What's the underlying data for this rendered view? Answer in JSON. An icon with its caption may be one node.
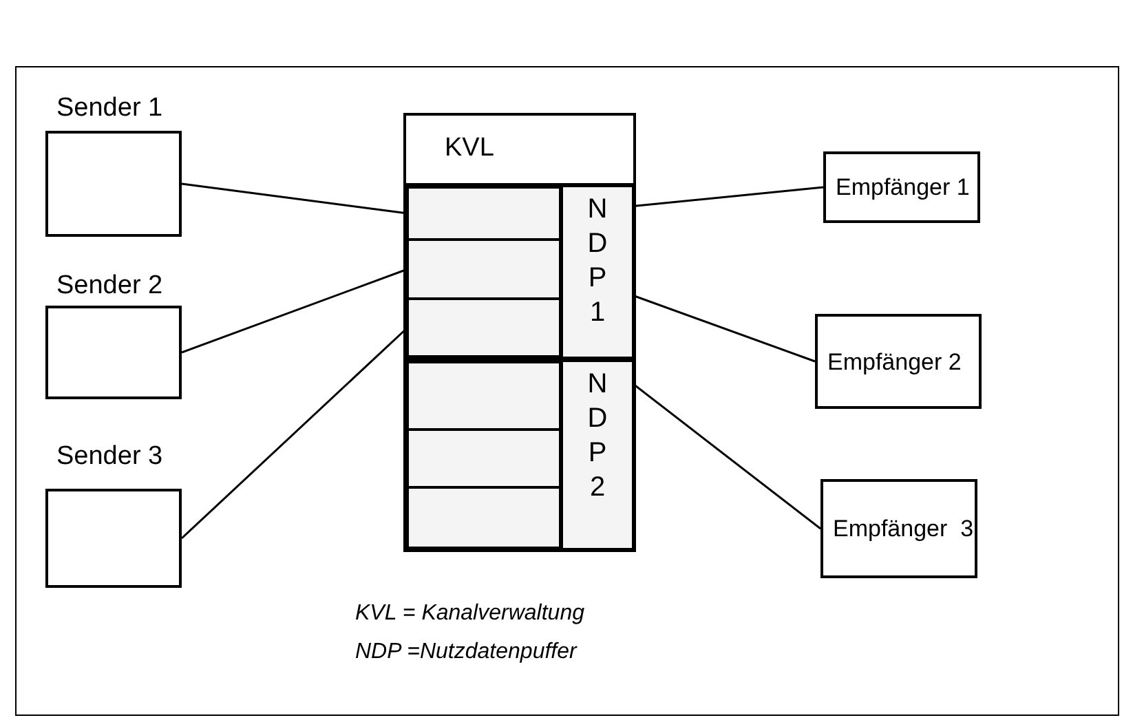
{
  "diagram": {
    "nodes": [
      {
        "text": [
          "Sender 1"
        ]
      },
      {
        "text": [
          "Sender 2"
        ]
      },
      {
        "text": [
          "Sender 3"
        ]
      },
      {
        "text": [
          "KVL"
        ]
      },
      {
        "text": [
          "N D P 1"
        ]
      },
      {
        "text": [],
        "shape": "box",
        "in": 4
      },
      {
        "text": [],
        "shape": "box",
        "in": 4
      },
      {
        "text": [],
        "shape": "box",
        "in": 4
      },
      {
        "text": [
          "N D P 2"
        ]
      },
      {
        "text": [],
        "shape": "box",
        "in": 8
      },
      {
        "text": [],
        "shape": "box",
        "in": 8
      },
      {
        "text": [],
        "shape": "box",
        "in": 8
      },
      {
        "text": [
          "Empfänger 1"
        ]
      },
      {
        "text": [
          "Empfänger 2"
        ]
      },
      {
        "text": [
          "Empfänger  3"
        ]
      }
    ],
    "edges": [
      {
        "from": 0,
        "to": 5,
        "arrow": "none"
      },
      {
        "from": 1,
        "to": 6,
        "arrow": "none"
      },
      {
        "from": 2,
        "to": 7,
        "arrow": "none"
      },
      {
        "from": 5,
        "to": 12,
        "arrow": "none"
      },
      {
        "from": 6,
        "to": 13,
        "arrow": "none"
      },
      {
        "from": 7,
        "to": 14,
        "arrow": "none"
      }
    ],
    "labels": [
      "KVL = Kanalverwaltung",
      "NDP =Nutzdatenpuffer"
    ]
  }
}
